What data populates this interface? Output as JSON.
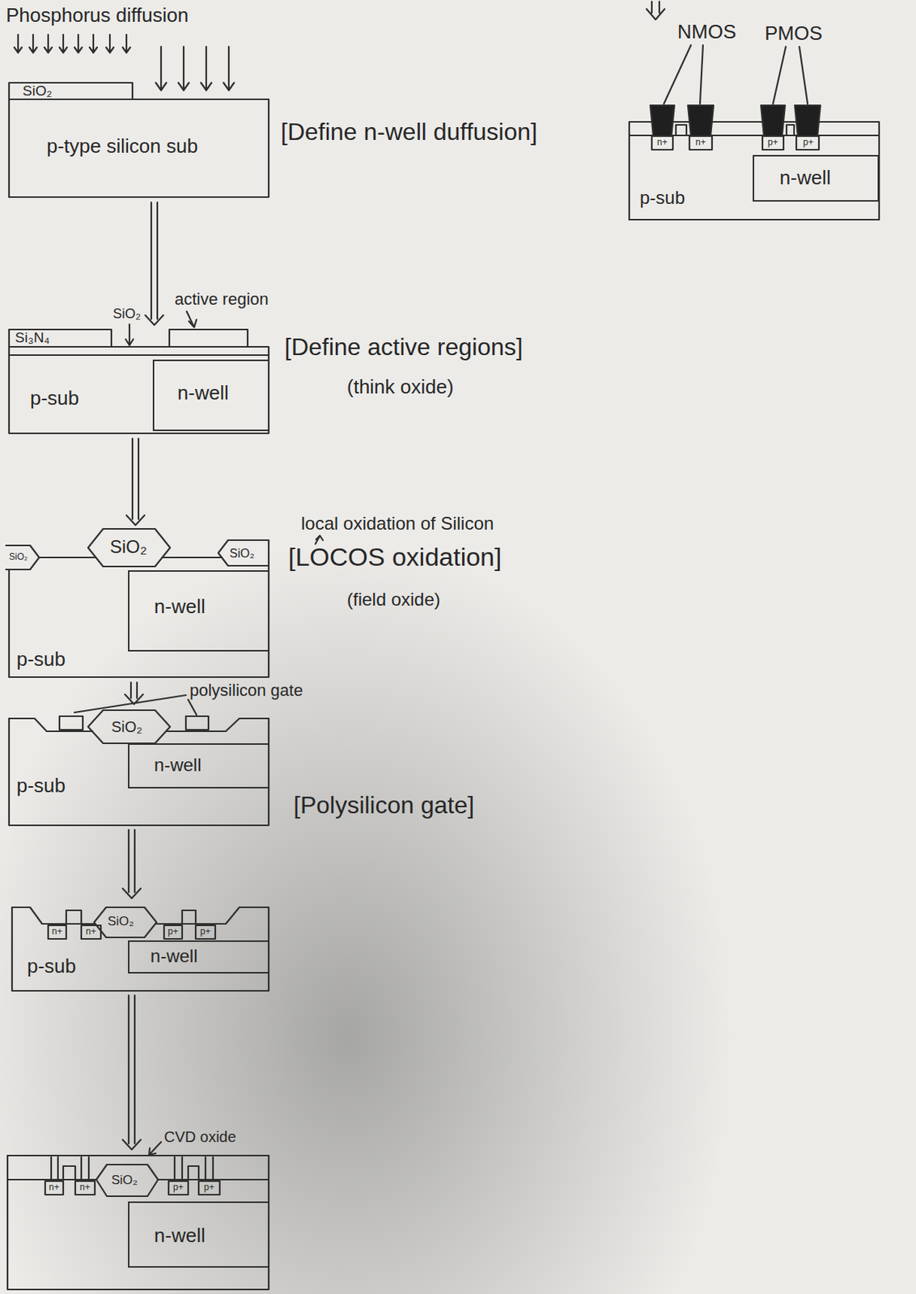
{
  "diagram": {
    "nodes": [
      {
        "text": [
          "SiO₂",
          "p-type silicon sub"
        ]
      },
      {
        "text": [
          "Si₃N₄",
          "p-sub"
        ]
      },
      {
        "text": [
          "n-well"
        ],
        "in": 1
      },
      {
        "text": [
          "SiO₂",
          "SiO₂",
          "SiO₂",
          "p-sub"
        ]
      },
      {
        "text": [
          "n-well"
        ],
        "in": 3
      },
      {
        "text": [
          "SiO₂",
          "p-sub"
        ]
      },
      {
        "text": [
          "n-well"
        ],
        "in": 5
      },
      {
        "text": [
          "n+",
          "n+",
          "SiO₂",
          "p+",
          "p+",
          "p-sub"
        ]
      },
      {
        "text": [
          "n-well"
        ],
        "in": 7
      },
      {
        "text": [
          "n+",
          "n+",
          "SiO₂",
          "p+",
          "p+"
        ]
      },
      {
        "text": [
          "n-well"
        ],
        "in": 9
      },
      {
        "text": [
          "n+",
          "n+",
          "p+",
          "p+",
          "p-sub"
        ]
      },
      {
        "text": [
          "n-well"
        ],
        "in": 11
      }
    ],
    "edges": [
      {
        "from": 0,
        "to": 1,
        "arrow": "to"
      },
      {
        "from": 1,
        "to": 3,
        "arrow": "to"
      },
      {
        "from": 3,
        "to": 5,
        "arrow": "to"
      },
      {
        "from": 5,
        "to": 7,
        "arrow": "to"
      },
      {
        "from": 7,
        "to": 9,
        "arrow": "to"
      }
    ],
    "labels": [
      "Phosphorus diffusion",
      "[Define n-well duffusion]",
      "NMOS",
      "PMOS",
      "active region",
      "SiO₂",
      "[Define active regions]",
      "(think oxide)",
      "local oxidation of Silicon",
      "[LOCOS oxidation]",
      "(field oxide)",
      "polysilicon gate",
      "[Polysilicon gate]",
      "CVD oxide"
    ]
  }
}
